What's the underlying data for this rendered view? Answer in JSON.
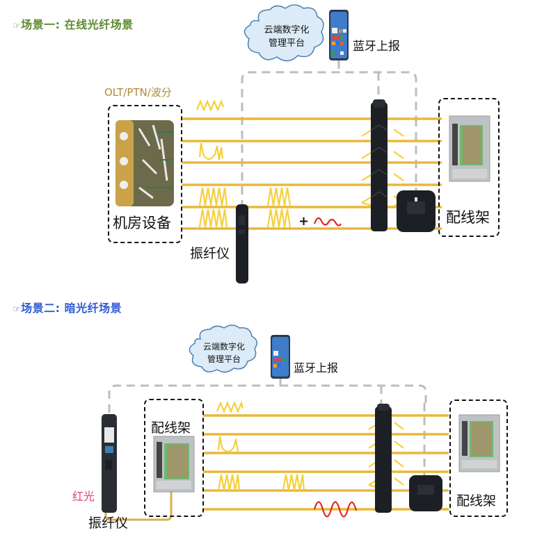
{
  "colors": {
    "fiber": "#E8B83A",
    "vibration": "#F5D03A",
    "red_signal": "#E02424",
    "cloud_fill": "#DCEBF7",
    "cloud_stroke": "#4A7FB0",
    "link_dash": "#BDBDBD",
    "box_dash": "#111111",
    "title1": "#5E8A2E",
    "title2": "#2F5BD3",
    "red_light_label": "#E0436A",
    "olt_label": "#B08A3A",
    "device_black": "#1C1F24"
  },
  "scenario1": {
    "title_icon": "pointing-hand-icon",
    "title": "场景一: 在线光纤场景",
    "cloud_label_line1": "云端数字化",
    "cloud_label_line2": "管理平台",
    "phone_label": "蓝牙上报",
    "olt_label": "OLT/PTN/波分",
    "room_equipment_label": "机房设备",
    "vibration_meter_label": "振纤仪",
    "plus_sign": "+",
    "distribution_frame_label": "配线架",
    "fiber_count": 6
  },
  "scenario2": {
    "title_icon": "pointing-hand-icon",
    "title": "场景二: 暗光纤场景",
    "cloud_label_line1": "云端数字化",
    "cloud_label_line2": "管理平台",
    "phone_label": "蓝牙上报",
    "left_frame_label": "配线架",
    "red_light_label": "红光",
    "vibration_meter_label": "振纤仪",
    "right_frame_label": "配线架",
    "fiber_count": 6
  }
}
